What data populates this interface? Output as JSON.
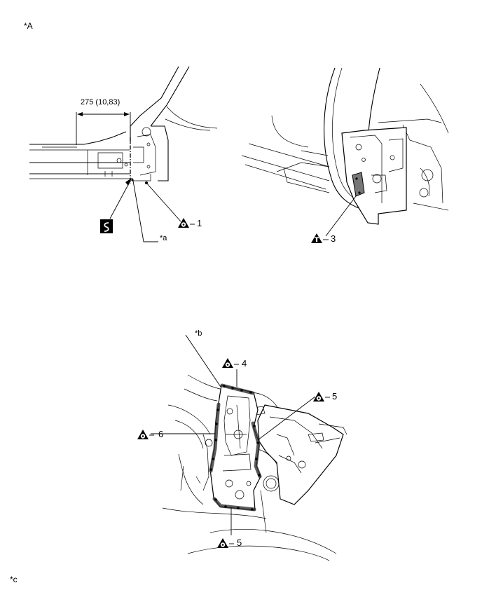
{
  "labels": {
    "view_a": "*A",
    "callout_a": "*a",
    "callout_b": "*b",
    "callout_c": "*c",
    "dimension": "275 (10,83)"
  },
  "callouts": [
    {
      "id": "c1",
      "number": "1",
      "icon": "spot-weld-triangle-icon"
    },
    {
      "id": "c3",
      "number": "3",
      "icon": "brazing-triangle-icon"
    },
    {
      "id": "c4",
      "number": "4",
      "icon": "spot-weld-triangle-icon"
    },
    {
      "id": "c5a",
      "number": "5",
      "icon": "spot-weld-triangle-icon"
    },
    {
      "id": "c6",
      "number": "6",
      "icon": "spot-weld-triangle-icon"
    },
    {
      "id": "c5b",
      "number": "5",
      "icon": "spot-weld-triangle-icon"
    }
  ],
  "symbols": {
    "cut_symbol": "saw-cut-square-icon"
  }
}
